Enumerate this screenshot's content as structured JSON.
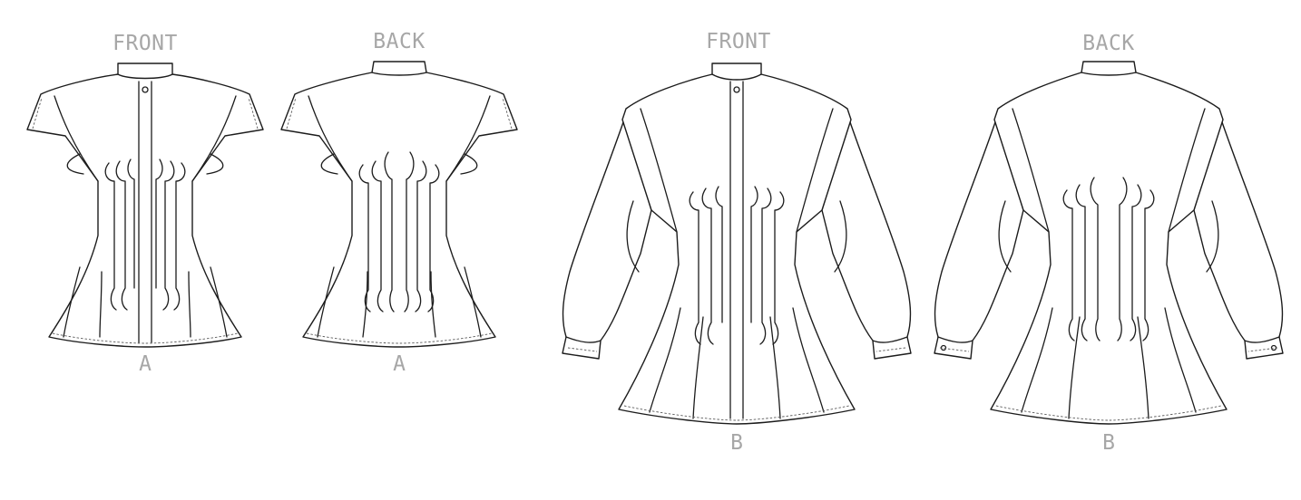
{
  "figures": [
    {
      "id": "a-front",
      "view_label": "FRONT",
      "view_label_text": "FRONT",
      "variant_label": "A"
    },
    {
      "id": "a-back",
      "view_label": "BACK",
      "variant_label": "A"
    },
    {
      "id": "b-front",
      "view_label": "FRONT",
      "variant_label": "B"
    },
    {
      "id": "b-back",
      "view_label": "BACK",
      "variant_label": "B"
    }
  ],
  "colors": {
    "label": "#a7a7a7",
    "line": "#1c1c1c",
    "background": "#ffffff"
  }
}
